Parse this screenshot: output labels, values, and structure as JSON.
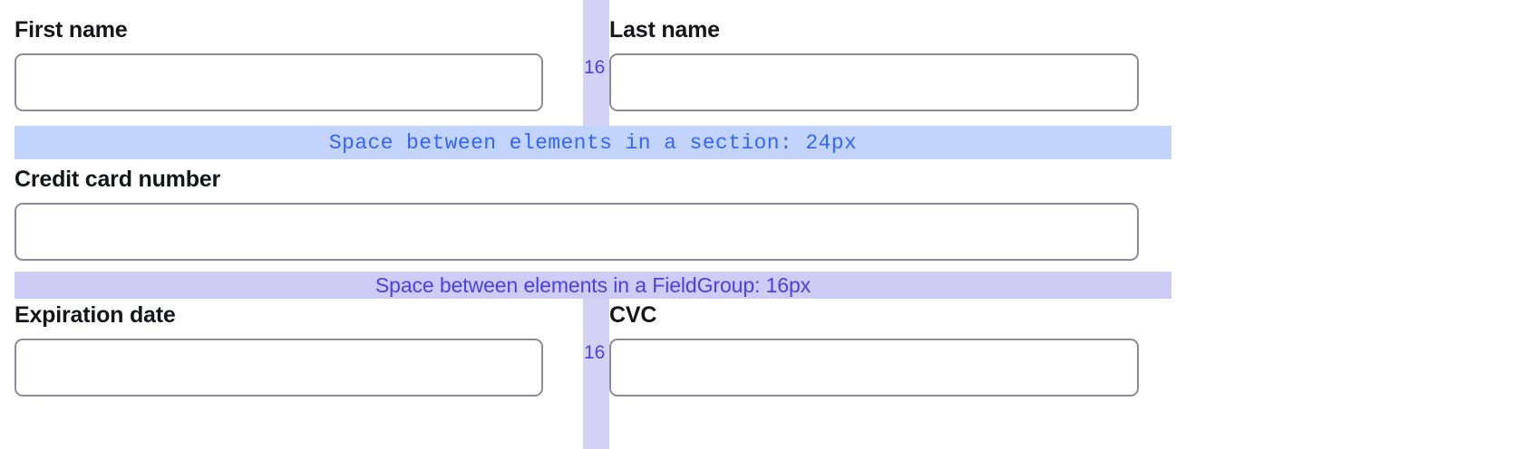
{
  "form": {
    "rows": [
      {
        "name": "name-row",
        "gap_label": "16",
        "fields": [
          {
            "name": "first-name",
            "label": "First name",
            "value": "",
            "placeholder": ""
          },
          {
            "name": "last-name",
            "label": "Last name",
            "value": "",
            "placeholder": ""
          }
        ]
      },
      {
        "name": "card-number-row",
        "gap_label": "",
        "fields": [
          {
            "name": "credit-card-number",
            "label": "Credit card number",
            "value": "",
            "placeholder": ""
          }
        ]
      },
      {
        "name": "expiry-cvc-row",
        "gap_label": "16",
        "fields": [
          {
            "name": "expiration-date",
            "label": "Expiration date",
            "value": "",
            "placeholder": ""
          },
          {
            "name": "cvc",
            "label": "CVC",
            "value": "",
            "placeholder": ""
          }
        ]
      }
    ]
  },
  "annotations": {
    "section_spacing": {
      "text": "Space between elements in a section: 24px",
      "background": "#c2d4fb",
      "text_color": "#3366ff"
    },
    "fieldgroup_spacing": {
      "text": "Space between elements in a FieldGroup: 16px",
      "background": "#ccccf5",
      "text_color": "#4b40e8"
    },
    "gap": {
      "value": "16",
      "background": "#d2d2f5",
      "text_color": "#4b40e8"
    }
  }
}
